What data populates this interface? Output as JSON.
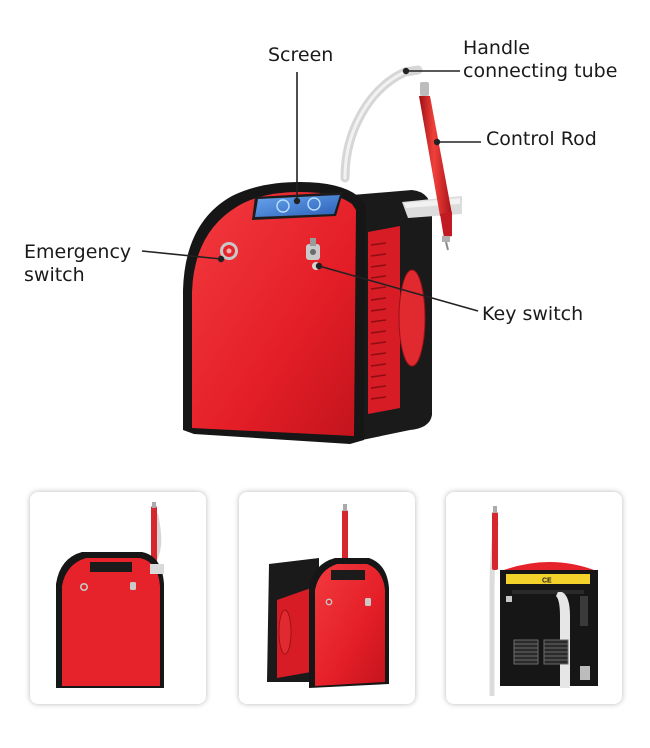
{
  "labels": {
    "screen": "Screen",
    "handle_line1": "Handle",
    "handle_line2": "connecting tube",
    "control_rod": "Control Rod",
    "emergency_line1": "Emergency",
    "emergency_line2": "switch",
    "key_switch": "Key switch"
  },
  "thumbnails": [
    {
      "view": "front-view"
    },
    {
      "view": "side-view"
    },
    {
      "view": "rear-view"
    }
  ],
  "rear_panel": {
    "warning_label_text": "CE"
  },
  "colors": {
    "body_red": "#e8202a",
    "dark_red": "#b5121b",
    "frame_black": "#161616",
    "screen_blue": "#3f7fd9",
    "tube_gray": "#d8d8d8"
  }
}
